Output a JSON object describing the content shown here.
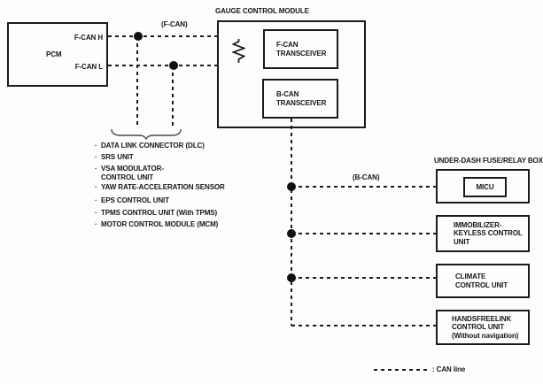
{
  "colors": {
    "ink": "#1b1b1b",
    "paper": "#fdfdfc"
  },
  "pcm": {
    "label": "PCM",
    "pin_high": "F-CAN H",
    "pin_low": "F-CAN L"
  },
  "bus": {
    "fcan_label": "(F-CAN)",
    "bcan_label": "(B-CAN)"
  },
  "gauge_module": {
    "title": "GAUGE CONTROL MODULE",
    "fcan_transceiver": "F-CAN\nTRANSCEIVER",
    "bcan_transceiver": "B-CAN\nTRANSCEIVER"
  },
  "fcan_units": {
    "bullet": "·",
    "items": [
      "DATA LINK CONNECTOR (DLC)",
      "SRS UNIT",
      "VSA MODULATOR-\nCONTROL UNIT",
      "YAW RATE-ACCELERATION SENSOR",
      "EPS CONTROL UNIT",
      "TPMS CONTROL UNIT (With TPMS)",
      "MOTOR CONTROL MODULE (MCM)"
    ]
  },
  "bcan_units": {
    "fuse_box_title": "UNDER-DASH FUSE/RELAY BOX",
    "micu": "MICU",
    "immobilizer": "IMMOBILIZER-\nKEYLESS CONTROL\nUNIT",
    "climate": "CLIMATE\nCONTROL UNIT",
    "handsfreelink": "HANDSFREELINK\nCONTROL UNIT\n(Without navigation)"
  },
  "legend": {
    "can_line": ": CAN line"
  }
}
